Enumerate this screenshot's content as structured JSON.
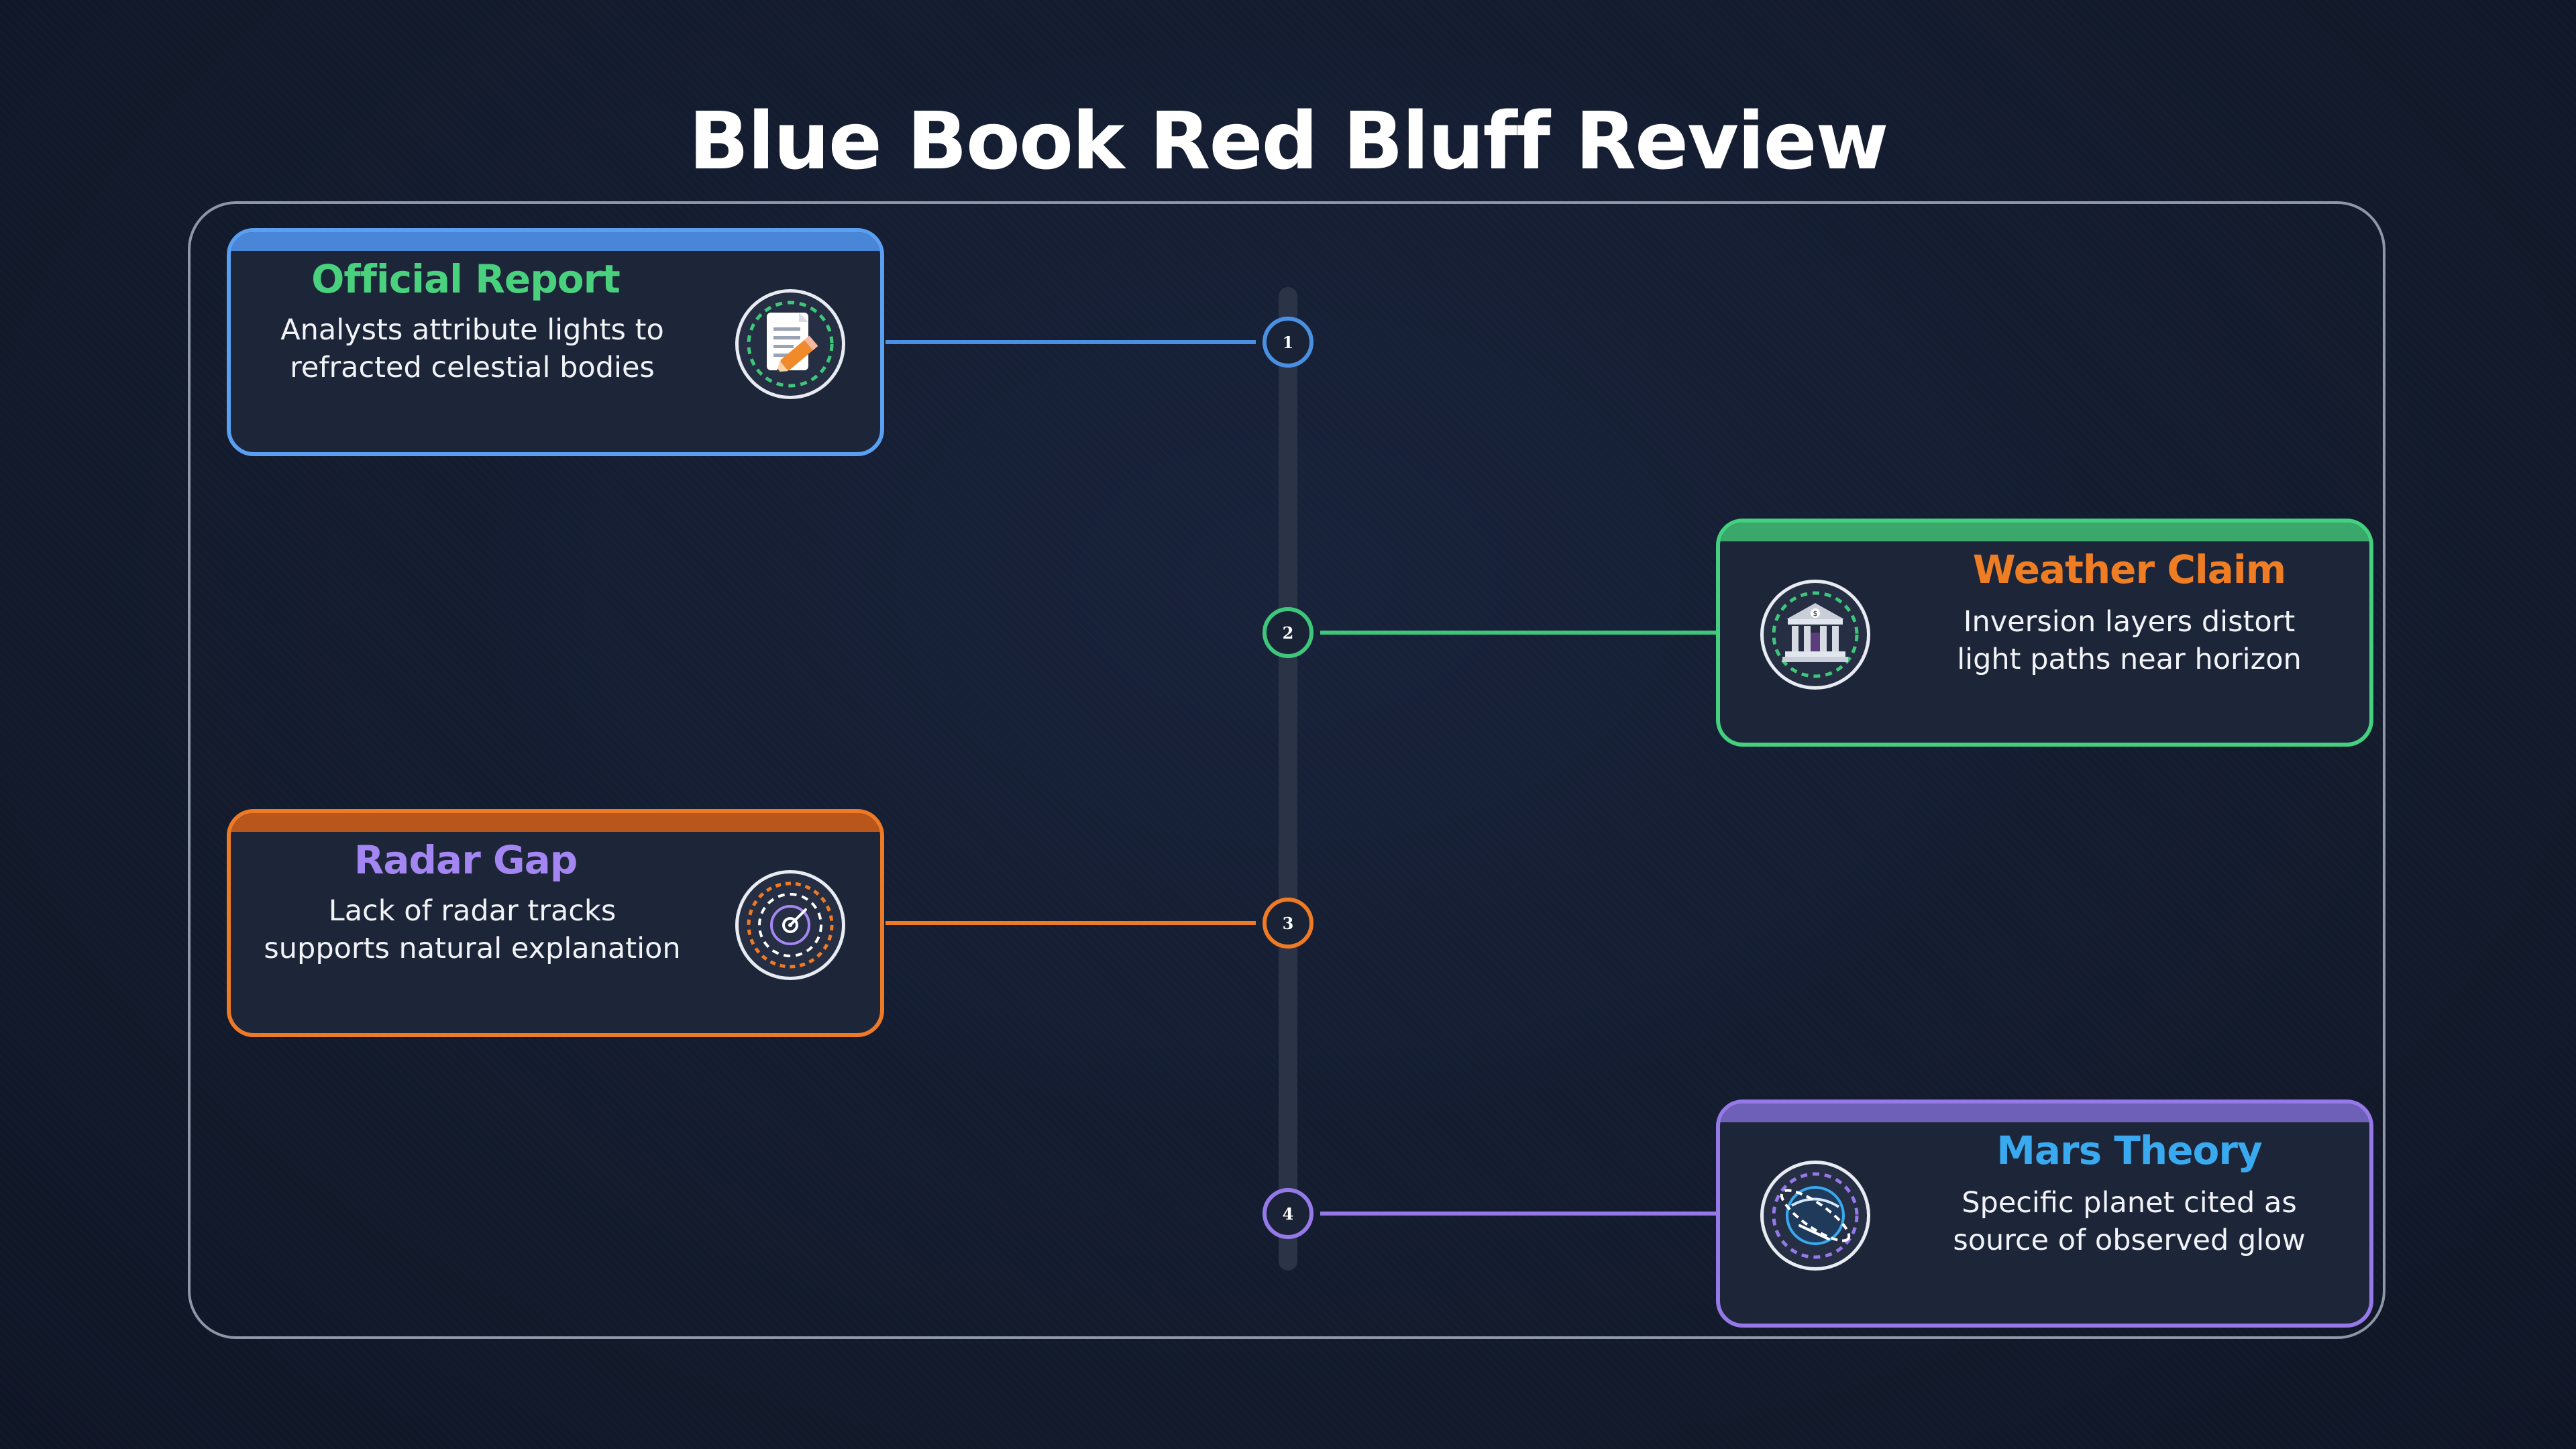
{
  "title": "Blue Book Red Bluff Review",
  "colors": {
    "blue": "#4a90e2",
    "green": "#3ec77a",
    "orange": "#ee7a25",
    "purple": "#9579e8",
    "sky": "#39aaf0",
    "frame": "#8e97a8",
    "card_bg": "#1d2639"
  },
  "steps": [
    {
      "number": "1",
      "heading": "Official Report",
      "description_lines": [
        "Analysts attribute lights to",
        "refracted celestial bodies"
      ],
      "icon": "document-pencil-icon"
    },
    {
      "number": "2",
      "heading": "Weather Claim",
      "description_lines": [
        "Inversion layers distort",
        "light paths near horizon"
      ],
      "icon": "bank-building-icon"
    },
    {
      "number": "3",
      "heading": "Radar Gap",
      "description_lines": [
        "Lack of radar tracks",
        "supports natural explanation"
      ],
      "icon": "radar-target-icon"
    },
    {
      "number": "4",
      "heading": "Mars Theory",
      "description_lines": [
        "Specific planet cited as",
        "source of observed glow"
      ],
      "icon": "planet-orbit-icon"
    }
  ]
}
